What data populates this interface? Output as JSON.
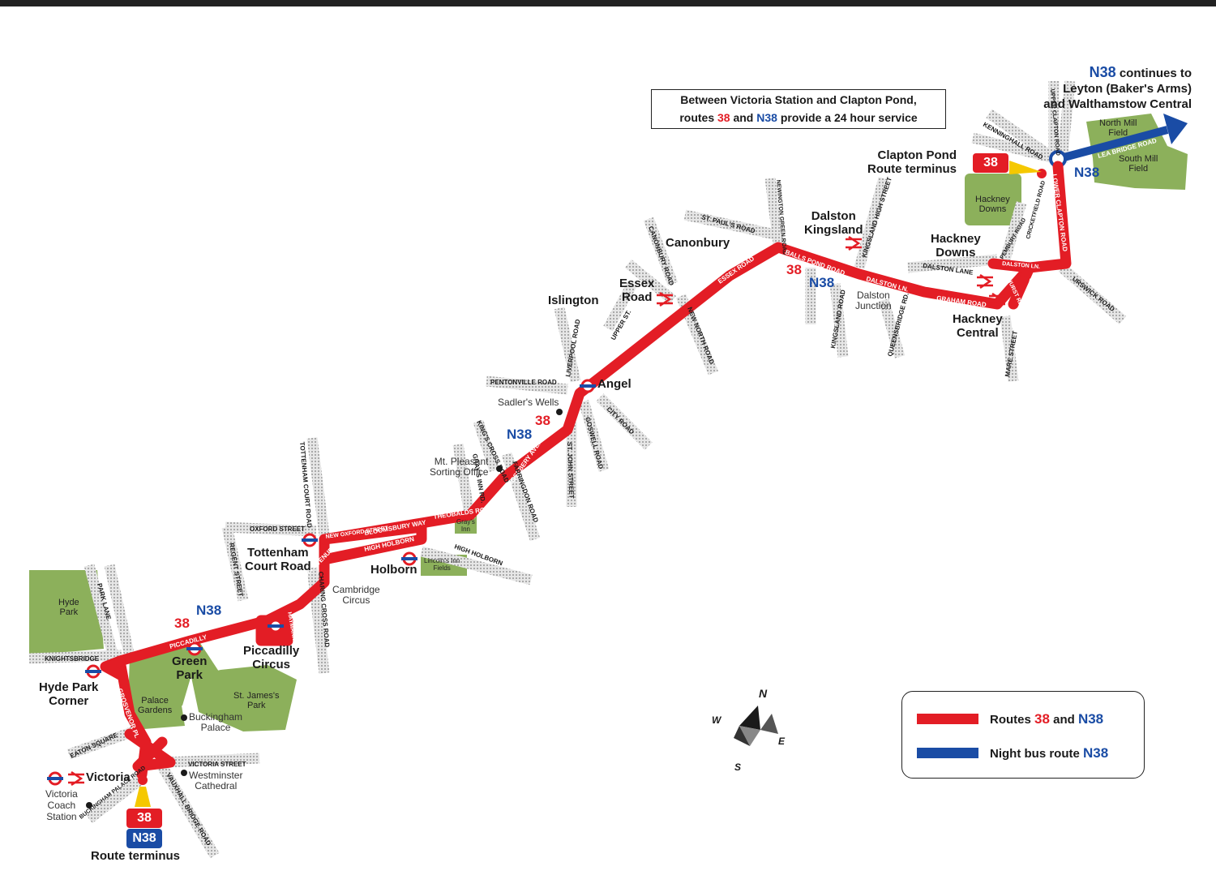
{
  "notice": {
    "line1": "Between Victoria Station and Clapton Pond,",
    "line2_pre": "routes ",
    "route_red": "38",
    "line2_mid": " and ",
    "route_blue": "N38",
    "line2_post": " provide a 24 hour service"
  },
  "continuation": {
    "route": "N38",
    "text1": " continues to",
    "text2": "Leyton (Baker's Arms)",
    "text3": "and Walthamstow Central"
  },
  "legend": {
    "row1_pre": "Routes ",
    "row1_red": "38",
    "row1_mid": " and ",
    "row1_blue": "N38",
    "row2_pre": "Night bus route ",
    "row2_blue": "N38"
  },
  "colors": {
    "route": "#e31d25",
    "night": "#1a4ca5",
    "park": "#8cb05b",
    "road": "#bdbdbd"
  },
  "places": {
    "victoria": "Victoria",
    "victoria_coach": [
      "Victoria",
      "Coach",
      "Station"
    ],
    "route_terminus": "Route terminus",
    "hyde_park_corner": [
      "Hyde Park",
      "Corner"
    ],
    "green_park": [
      "Green",
      "Park"
    ],
    "piccadilly_circus": [
      "Piccadilly",
      "Circus"
    ],
    "tottenham_court_road": [
      "Tottenham",
      "Court Road"
    ],
    "cambridge_circus": [
      "Cambridge",
      "Circus"
    ],
    "holborn": "Holborn",
    "buckingham_palace": [
      "Buckingham",
      "Palace"
    ],
    "westminster_cathedral": [
      "Westminster",
      "Cathedral"
    ],
    "mt_pleasant": [
      "Mt. Pleasant",
      "Sorting Office"
    ],
    "sadlers_wells": "Sadler's Wells",
    "angel": "Angel",
    "islington": "Islington",
    "essex_road": [
      "Essex",
      "Road"
    ],
    "canonbury": "Canonbury",
    "dalston_kingsland": [
      "Dalston",
      "Kingsland"
    ],
    "dalston_junction": [
      "Dalston",
      "Junction"
    ],
    "hackney_downs": [
      "Hackney",
      "Downs"
    ],
    "hackney_central": [
      "Hackney",
      "Central"
    ],
    "clapton_pond": [
      "Clapton Pond",
      "Route terminus"
    ]
  },
  "parks": {
    "hyde_park": [
      "Hyde",
      "Park"
    ],
    "palace_gardens": [
      "Palace",
      "Gardens"
    ],
    "st_james": [
      "St. James's",
      "Park"
    ],
    "grays_inn": [
      "Gray's",
      "Inn"
    ],
    "lincolns_inn": [
      "Lincoln's Inn",
      "Fields"
    ],
    "hackney_downs_park": [
      "Hackney",
      "Downs"
    ],
    "north_mill": [
      "North Mill",
      "Field"
    ],
    "south_mill": [
      "South Mill",
      "Field"
    ]
  },
  "route_labels": {
    "r38": "38",
    "n38": "N38"
  },
  "streets": {
    "knightsbridge": "KNIGHTSBRIDGE",
    "park_lane": "PARK LANE",
    "piccadilly": "PICCADILLY",
    "grosvenor_pl": "GROSVENOR PL",
    "eaton_square": "EATON SQUARE",
    "buckingham_palace_road": "BUCKINGHAM PALACE ROAD",
    "victoria_street": "VICTORIA STREET",
    "vauxhall_bridge_road": "VAUXHALL BRIDGE ROAD",
    "regent_street": "REGENT STREET",
    "oxford_street": "OXFORD STREET",
    "tottenham_court_road": "TOTTENHAM COURT ROAD",
    "new_oxford_street": "NEW OXFORD STREET",
    "bloomsbury_way": "BLOOMSBURY WAY",
    "theobalds_road": "THEOBALDS ROAD",
    "high_holborn": "HIGH HOLBORN",
    "shaftesbury_avenue": "SHAFTESBURY AVENUE",
    "charing_cross_road": "CHARING CROSS ROAD",
    "haymarket": "HAYMARKET",
    "kings_cross_road": "KING'S CROSS ROAD",
    "rosebery_avenue": "ROSEBERY AVENUE",
    "farringdon_road": "FARRINGDON ROAD",
    "grays_inn_rd": "GRAY'S INN RD.",
    "pentonville_road": "PENTONVILLE ROAD",
    "st_john_street": "ST. JOHN STREET",
    "goswell_road": "GOSWELL ROAD",
    "city_road": "CITY ROAD",
    "liverpool_road": "LIVERPOOL ROAD",
    "upper_st": "UPPER ST.",
    "essex_road": "ESSEX ROAD",
    "canonbury_road": "CANONBURY ROAD",
    "new_north_road": "NEW NORTH ROAD",
    "st_pauls_road": "ST. PAUL'S ROAD",
    "newington_green_road": "NEWINGTON GREEN ROAD",
    "balls_pond_road": "BALLS POND ROAD",
    "kingsland_high_street": "KINGSLAND HIGH STREET",
    "kingsland_road": "KINGSLAND ROAD",
    "dalston_ln": "DALSTON LN.",
    "dalston_lane": "DALSTON LANE",
    "queensbridge_rd": "QUEENSBRIDGE RD.",
    "graham_road": "GRAHAM ROAD",
    "mare_street": "MARE STREET",
    "mare_st": "MARE ST.",
    "amhurst_rd": "AMHURST RD.",
    "pembury_road": "PEMBURY ROAD",
    "lower_clapton_road": "LOWER CLAPTON ROAD",
    "upper_clapton_road": "UPPER CLAPTON ROAD",
    "kenninghall_road": "KENNINGHALL ROAD",
    "lea_bridge_road": "LEA BRIDGE ROAD",
    "urswick_road": "URSWICK ROAD",
    "cricketfield_road": "CRICKETFIELD ROAD"
  },
  "compass": {
    "n": "N",
    "s": "S",
    "e": "E",
    "w": "W"
  }
}
